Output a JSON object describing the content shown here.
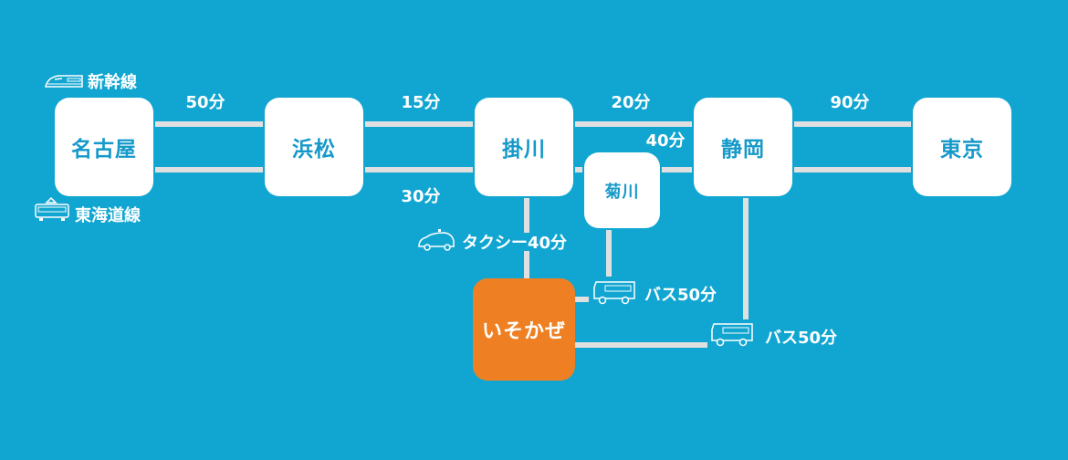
{
  "colors": {
    "background": "#11a6d1",
    "station_text": "#1599c9",
    "highlight": "#ee8023",
    "line": "#e0e0e0"
  },
  "legend": {
    "shinkansen": "新幹線",
    "tokaido": "東海道線"
  },
  "stations": {
    "nagoya": "名古屋",
    "hamamatsu": "浜松",
    "kakegawa": "掛川",
    "kikugawa": "菊川",
    "shizuoka": "静岡",
    "tokyo": "東京",
    "isokaze": "いそかぜ"
  },
  "times": {
    "nagoya_hamamatsu": "50分",
    "hamamatsu_kakegawa_shinkansen": "15分",
    "hamamatsu_kakegawa_local": "30分",
    "kakegawa_shizuoka_shinkansen": "20分",
    "kakegawa_shizuoka_local": "40分",
    "shizuoka_tokyo": "90分"
  },
  "access": {
    "taxi": "タクシー40分",
    "bus_kikugawa": "バス50分",
    "bus_shizuoka": "バス50分"
  }
}
